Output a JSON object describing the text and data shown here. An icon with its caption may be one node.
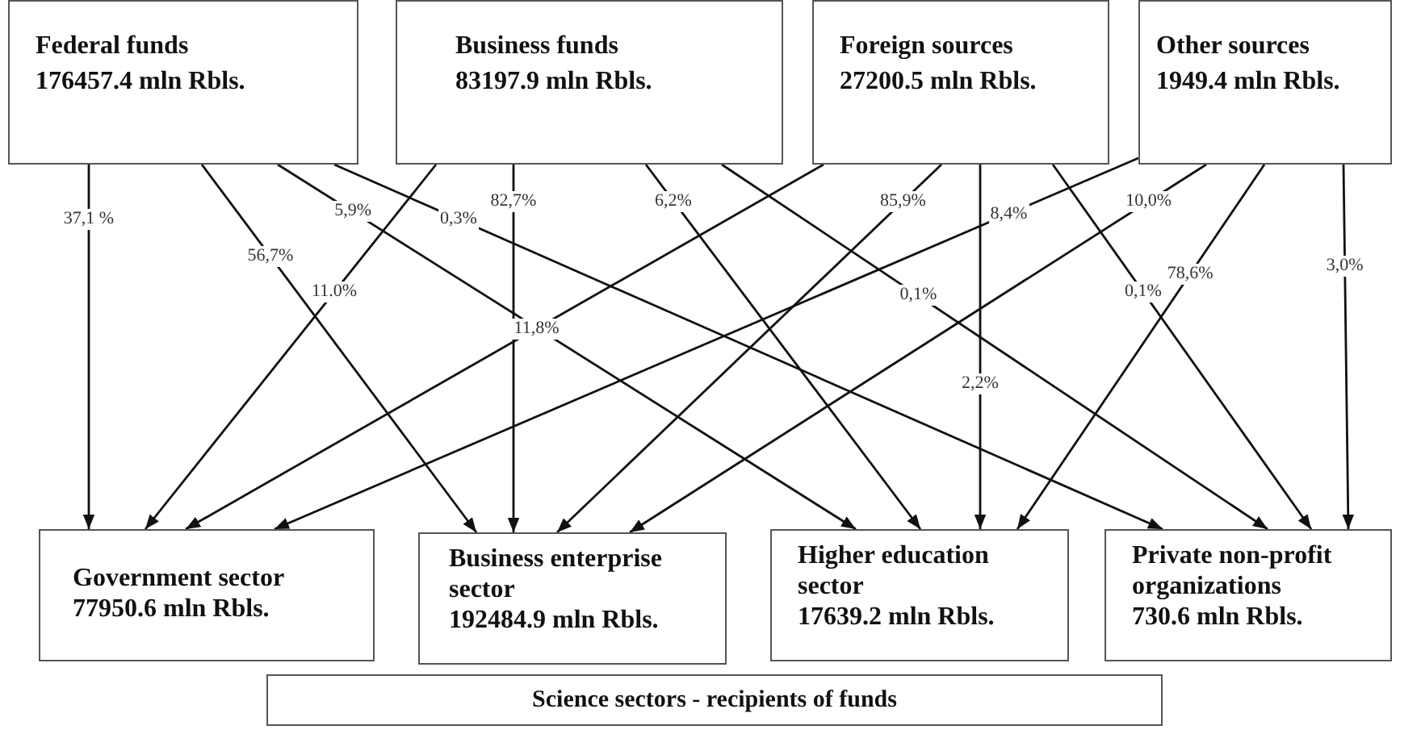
{
  "diagram": {
    "nodes": [
      {
        "text": [
          "Federal funds",
          "176457.4 mln Rbls."
        ]
      },
      {
        "text": [
          "Business funds",
          "83197.9 mln Rbls."
        ]
      },
      {
        "text": [
          "Foreign sources",
          "27200.5 mln Rbls."
        ]
      },
      {
        "text": [
          "Other sources",
          "1949.4 mln Rbls."
        ]
      },
      {
        "text": [
          "Government sector",
          "77950.6 mln Rbls."
        ]
      },
      {
        "text": [
          "Business enterprise sector",
          "192484.9 mln Rbls."
        ]
      },
      {
        "text": [
          "Higher education sector",
          "17639.2 mln Rbls."
        ]
      },
      {
        "text": [
          "Private non-profit organizations",
          "730.6 mln Rbls."
        ]
      },
      {
        "text": [
          "Science sectors - recipients of funds"
        ]
      }
    ],
    "edges": [
      {
        "from": 0,
        "to": 4,
        "arrow": "to",
        "label": "37,1 %"
      },
      {
        "from": 0,
        "to": 5,
        "arrow": "to",
        "label": "56,7%"
      },
      {
        "from": 0,
        "to": 6,
        "arrow": "to",
        "label": "5,9%"
      },
      {
        "from": 0,
        "to": 7,
        "arrow": "to",
        "label": "0,3%"
      },
      {
        "from": 1,
        "to": 4,
        "arrow": "to",
        "label": "11.0%"
      },
      {
        "from": 1,
        "to": 5,
        "arrow": "to",
        "label": "82,7%"
      },
      {
        "from": 1,
        "to": 6,
        "arrow": "to",
        "label": "6,2%"
      },
      {
        "from": 1,
        "to": 7,
        "arrow": "to",
        "label": "0,1%"
      },
      {
        "from": 2,
        "to": 4,
        "arrow": "to",
        "label": "11,8%"
      },
      {
        "from": 2,
        "to": 5,
        "arrow": "to",
        "label": "85,9%"
      },
      {
        "from": 2,
        "to": 6,
        "arrow": "to",
        "label": "2,2%"
      },
      {
        "from": 2,
        "to": 7,
        "arrow": "to",
        "label": "0,1%"
      },
      {
        "from": 3,
        "to": 4,
        "arrow": "to",
        "label": "8,4%"
      },
      {
        "from": 3,
        "to": 5,
        "arrow": "to",
        "label": "10,0%"
      },
      {
        "from": 3,
        "to": 6,
        "arrow": "to",
        "label": "78,6%"
      },
      {
        "from": 3,
        "to": 7,
        "arrow": "to",
        "label": "3,0%"
      }
    ]
  }
}
